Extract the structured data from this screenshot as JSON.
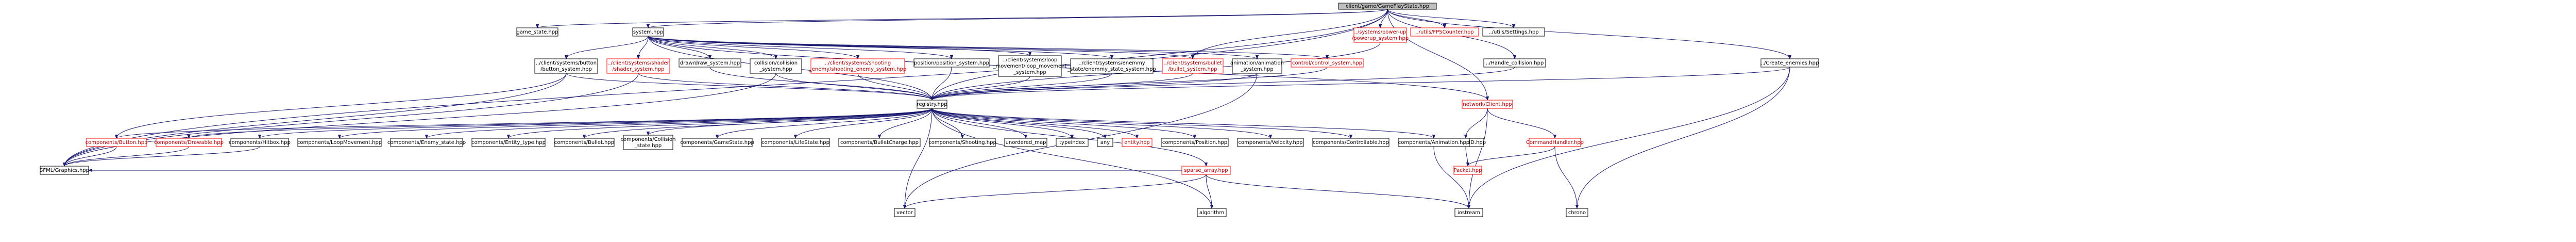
{
  "nodes": [
    {
      "id": "root",
      "lines": [
        "client/game/GamePlayState.hpp"
      ],
      "kind": "root"
    },
    {
      "id": "game_state",
      "lines": [
        "game_state.hpp"
      ],
      "kind": "normal"
    },
    {
      "id": "system",
      "lines": [
        "system.hpp"
      ],
      "kind": "normal"
    },
    {
      "id": "power_up",
      "lines": [
        "../systems/power-up",
        "/powerup_system.hpp"
      ],
      "kind": "missing"
    },
    {
      "id": "fps_counter",
      "lines": [
        "../utils/FPSCounter.hpp"
      ],
      "kind": "missing"
    },
    {
      "id": "settings",
      "lines": [
        "../utils/Settings.hpp"
      ],
      "kind": "normal"
    },
    {
      "id": "handle_collision",
      "lines": [
        "../Handle_collision.hpp"
      ],
      "kind": "normal"
    },
    {
      "id": "create_enemies",
      "lines": [
        "../Create_enemies.hpp"
      ],
      "kind": "normal"
    },
    {
      "id": "button_system",
      "lines": [
        "../client/systems/button",
        "/button_system.hpp"
      ],
      "kind": "normal"
    },
    {
      "id": "shader_system",
      "lines": [
        "../client/systems/shader",
        "/shader_system.hpp"
      ],
      "kind": "missing"
    },
    {
      "id": "draw_system",
      "lines": [
        "draw/draw_system.hpp"
      ],
      "kind": "normal"
    },
    {
      "id": "collision_system",
      "lines": [
        "collision/collision",
        "_system.hpp"
      ],
      "kind": "normal"
    },
    {
      "id": "shooting_enemy",
      "lines": [
        "../client/systems/shooting",
        "_enemy/shooting_enemy_system.hpp"
      ],
      "kind": "missing"
    },
    {
      "id": "position_system",
      "lines": [
        "position/position_system.hpp"
      ],
      "kind": "normal"
    },
    {
      "id": "loop_movement",
      "lines": [
        "../client/systems/loop",
        "_movement/loop_movement",
        "_system.hpp"
      ],
      "kind": "normal"
    },
    {
      "id": "enemy_state",
      "lines": [
        "../client/systems/enemmy",
        "_state/enemmy_state_system.hpp"
      ],
      "kind": "normal"
    },
    {
      "id": "bullet_system",
      "lines": [
        "../client/systems/bullet",
        "/bullet_system.hpp"
      ],
      "kind": "missing"
    },
    {
      "id": "animation_system",
      "lines": [
        "animation/animation",
        "_system.hpp"
      ],
      "kind": "normal"
    },
    {
      "id": "control_system",
      "lines": [
        "control/control_system.hpp"
      ],
      "kind": "missing"
    },
    {
      "id": "network_client",
      "lines": [
        "network/Client.hpp"
      ],
      "kind": "missing"
    },
    {
      "id": "registry",
      "lines": [
        "registry.hpp"
      ],
      "kind": "normal"
    },
    {
      "id": "packet_cmd",
      "lines": [
        "PacketCMD.hpp"
      ],
      "kind": "normal"
    },
    {
      "id": "command_handler",
      "lines": [
        "CommandHandler.hpp"
      ],
      "kind": "missing"
    },
    {
      "id": "c_button",
      "lines": [
        "components/Button.hpp"
      ],
      "kind": "missing"
    },
    {
      "id": "c_drawable",
      "lines": [
        "components/Drawable.hpp"
      ],
      "kind": "missing"
    },
    {
      "id": "c_hitbox",
      "lines": [
        "components/Hitbox.hpp"
      ],
      "kind": "normal"
    },
    {
      "id": "c_loop_movement",
      "lines": [
        "components/LoopMovement.hpp"
      ],
      "kind": "normal"
    },
    {
      "id": "c_enemy_state",
      "lines": [
        "components/Enemy_state.hpp"
      ],
      "kind": "normal"
    },
    {
      "id": "c_entity_type",
      "lines": [
        "components/Entity_type.hpp"
      ],
      "kind": "normal"
    },
    {
      "id": "c_bullet",
      "lines": [
        "components/Bullet.hpp"
      ],
      "kind": "normal"
    },
    {
      "id": "c_collision_state",
      "lines": [
        "components/Collision",
        "_state.hpp"
      ],
      "kind": "normal"
    },
    {
      "id": "c_gamestate",
      "lines": [
        "components/GameState.hpp"
      ],
      "kind": "normal"
    },
    {
      "id": "c_lifestate",
      "lines": [
        "components/LifeState.hpp"
      ],
      "kind": "normal"
    },
    {
      "id": "c_bulletcharge",
      "lines": [
        "components/BulletCharge.hpp"
      ],
      "kind": "normal"
    },
    {
      "id": "c_shooting",
      "lines": [
        "components/Shooting.hpp"
      ],
      "kind": "normal"
    },
    {
      "id": "unordered_map",
      "lines": [
        "unordered_map"
      ],
      "kind": "normal"
    },
    {
      "id": "typeindex",
      "lines": [
        "typeindex"
      ],
      "kind": "normal"
    },
    {
      "id": "any",
      "lines": [
        "any"
      ],
      "kind": "normal"
    },
    {
      "id": "entity",
      "lines": [
        "entity.hpp"
      ],
      "kind": "missing"
    },
    {
      "id": "c_position",
      "lines": [
        "components/Position.hpp"
      ],
      "kind": "normal"
    },
    {
      "id": "c_velocity",
      "lines": [
        "components/Velocity.hpp"
      ],
      "kind": "normal"
    },
    {
      "id": "c_controllable",
      "lines": [
        "components/Controllable.hpp"
      ],
      "kind": "normal"
    },
    {
      "id": "sparse_array",
      "lines": [
        "sparse_array.hpp"
      ],
      "kind": "missing"
    },
    {
      "id": "c_animation",
      "lines": [
        "components/Animation.hpp"
      ],
      "kind": "normal"
    },
    {
      "id": "packet",
      "lines": [
        "Packet.hpp"
      ],
      "kind": "missing"
    },
    {
      "id": "sfml_graphics",
      "lines": [
        "SFML/Graphics.hpp"
      ],
      "kind": "normal"
    },
    {
      "id": "vector",
      "lines": [
        "vector"
      ],
      "kind": "normal"
    },
    {
      "id": "algorithm",
      "lines": [
        "algorithm"
      ],
      "kind": "normal"
    },
    {
      "id": "iostream",
      "lines": [
        "iostream"
      ],
      "kind": "normal"
    },
    {
      "id": "chrono",
      "lines": [
        "chrono"
      ],
      "kind": "normal"
    }
  ],
  "edges": [
    [
      "root",
      "game_state"
    ],
    [
      "root",
      "system"
    ],
    [
      "root",
      "power_up"
    ],
    [
      "root",
      "fps_counter"
    ],
    [
      "root",
      "settings"
    ],
    [
      "root",
      "handle_collision"
    ],
    [
      "root",
      "create_enemies"
    ],
    [
      "root",
      "network_client"
    ],
    [
      "root",
      "registry"
    ],
    [
      "root",
      "bullet_system"
    ],
    [
      "root",
      "sfml_graphics"
    ],
    [
      "system",
      "button_system"
    ],
    [
      "system",
      "shader_system"
    ],
    [
      "system",
      "draw_system"
    ],
    [
      "system",
      "collision_system"
    ],
    [
      "system",
      "shooting_enemy"
    ],
    [
      "system",
      "position_system"
    ],
    [
      "system",
      "loop_movement"
    ],
    [
      "system",
      "enemy_state"
    ],
    [
      "system",
      "bullet_system"
    ],
    [
      "system",
      "animation_system"
    ],
    [
      "system",
      "control_system"
    ],
    [
      "system",
      "network_client"
    ],
    [
      "system",
      "registry"
    ],
    [
      "power_up",
      "registry"
    ],
    [
      "handle_collision",
      "registry"
    ],
    [
      "create_enemies",
      "registry"
    ],
    [
      "create_enemies",
      "iostream"
    ],
    [
      "create_enemies",
      "chrono"
    ],
    [
      "button_system",
      "registry"
    ],
    [
      "button_system",
      "c_button"
    ],
    [
      "button_system",
      "sfml_graphics"
    ],
    [
      "shader_system",
      "registry"
    ],
    [
      "shader_system",
      "sfml_graphics"
    ],
    [
      "draw_system",
      "registry"
    ],
    [
      "collision_system",
      "registry"
    ],
    [
      "collision_system",
      "sfml_graphics"
    ],
    [
      "shooting_enemy",
      "registry"
    ],
    [
      "position_system",
      "registry"
    ],
    [
      "loop_movement",
      "registry"
    ],
    [
      "enemy_state",
      "registry"
    ],
    [
      "bullet_system",
      "registry"
    ],
    [
      "animation_system",
      "registry"
    ],
    [
      "animation_system",
      "vector"
    ],
    [
      "control_system",
      "registry"
    ],
    [
      "network_client",
      "packet_cmd"
    ],
    [
      "network_client",
      "command_handler"
    ],
    [
      "network_client",
      "iostream"
    ],
    [
      "packet_cmd",
      "packet"
    ],
    [
      "command_handler",
      "packet"
    ],
    [
      "command_handler",
      "chrono"
    ],
    [
      "registry",
      "c_button"
    ],
    [
      "registry",
      "c_drawable"
    ],
    [
      "registry",
      "c_hitbox"
    ],
    [
      "registry",
      "c_loop_movement"
    ],
    [
      "registry",
      "c_enemy_state"
    ],
    [
      "registry",
      "c_entity_type"
    ],
    [
      "registry",
      "c_bullet"
    ],
    [
      "registry",
      "c_collision_state"
    ],
    [
      "registry",
      "c_gamestate"
    ],
    [
      "registry",
      "c_lifestate"
    ],
    [
      "registry",
      "c_bulletcharge"
    ],
    [
      "registry",
      "c_shooting"
    ],
    [
      "registry",
      "unordered_map"
    ],
    [
      "registry",
      "typeindex"
    ],
    [
      "registry",
      "any"
    ],
    [
      "registry",
      "entity"
    ],
    [
      "registry",
      "c_position"
    ],
    [
      "registry",
      "c_velocity"
    ],
    [
      "registry",
      "c_controllable"
    ],
    [
      "registry",
      "sparse_array"
    ],
    [
      "registry",
      "c_animation"
    ],
    [
      "registry",
      "vector"
    ],
    [
      "registry",
      "algorithm"
    ],
    [
      "c_button",
      "sfml_graphics"
    ],
    [
      "c_drawable",
      "sfml_graphics"
    ],
    [
      "c_hitbox",
      "sfml_graphics"
    ],
    [
      "sparse_array",
      "vector"
    ],
    [
      "sparse_array",
      "algorithm"
    ],
    [
      "sparse_array",
      "iostream"
    ],
    [
      "sparse_array",
      "sfml_graphics"
    ],
    [
      "c_animation",
      "iostream"
    ]
  ]
}
